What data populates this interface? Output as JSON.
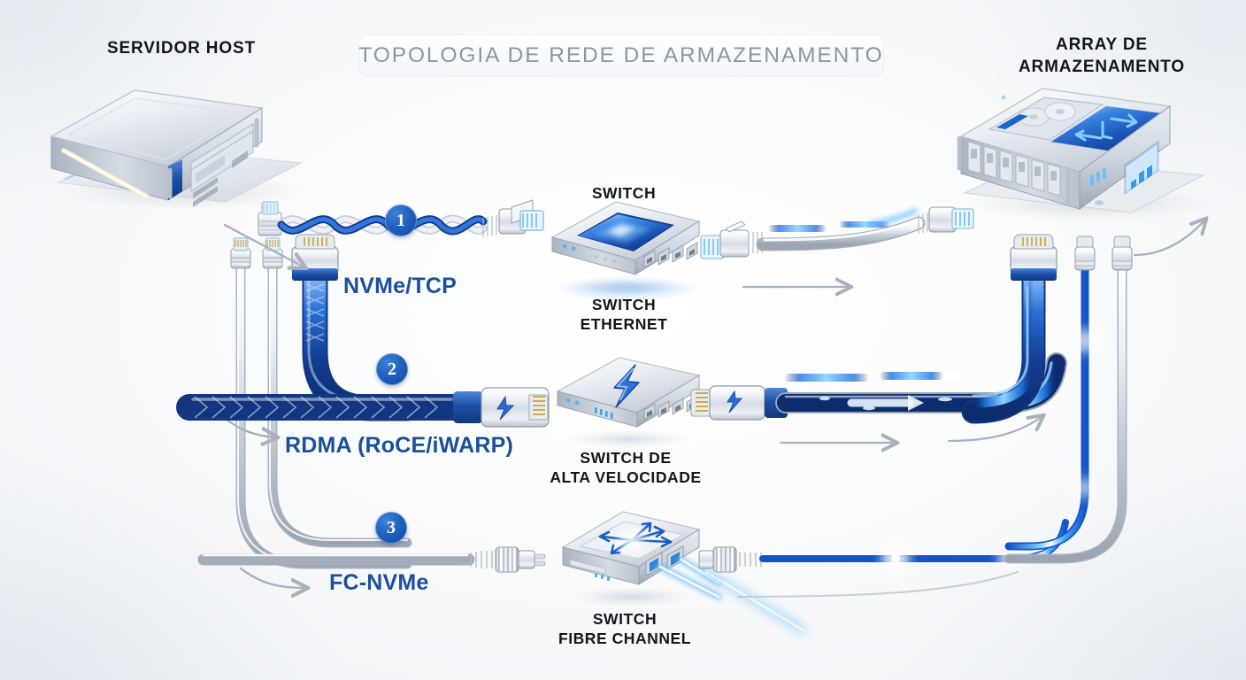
{
  "title": "TOPOLOGIA DE REDE DE ARMAZENAMENTO",
  "endpoints": {
    "host": {
      "label": "SERVIDOR HOST",
      "icon": "server-icon"
    },
    "array": {
      "label": "ARRAY DE\nARMAZENAMENTO",
      "icon": "storage-array-icon"
    }
  },
  "switch_top_label": "SWITCH",
  "connections": [
    {
      "badge": "1",
      "protocol": "NVMe/TCP",
      "switch_label": "SWITCH\nETHERNET",
      "switch_icon": "ethernet-switch-icon",
      "cable": "twisted-pair-rj45-cable",
      "connector": "rj45-connector-icon"
    },
    {
      "badge": "2",
      "protocol": "RDMA (RoCE/iWARP)",
      "switch_label": "SWITCH DE\nALTA VELOCIDADE",
      "switch_icon": "high-speed-switch-icon",
      "cable": "braided-high-speed-cable",
      "connector": "lightning-connector-icon"
    },
    {
      "badge": "3",
      "protocol": "FC-NVMe",
      "switch_label": "SWITCH\nFIBRE CHANNEL",
      "switch_icon": "fibre-channel-switch-icon",
      "cable": "fibre-optic-cable",
      "connector": "fc-lc-connector-icon"
    }
  ],
  "colors": {
    "accent_blue": "#1a4f9c",
    "badge_blue": "#1f5fbd",
    "glow_blue": "#29a6ff",
    "label_dark": "#14161a",
    "title_gray": "#8d96a3",
    "arrow_gray": "#a9b1bc",
    "background": "#f4f6f8",
    "metal_light": "#f2f4f7",
    "metal_mid": "#c9d0d9"
  }
}
